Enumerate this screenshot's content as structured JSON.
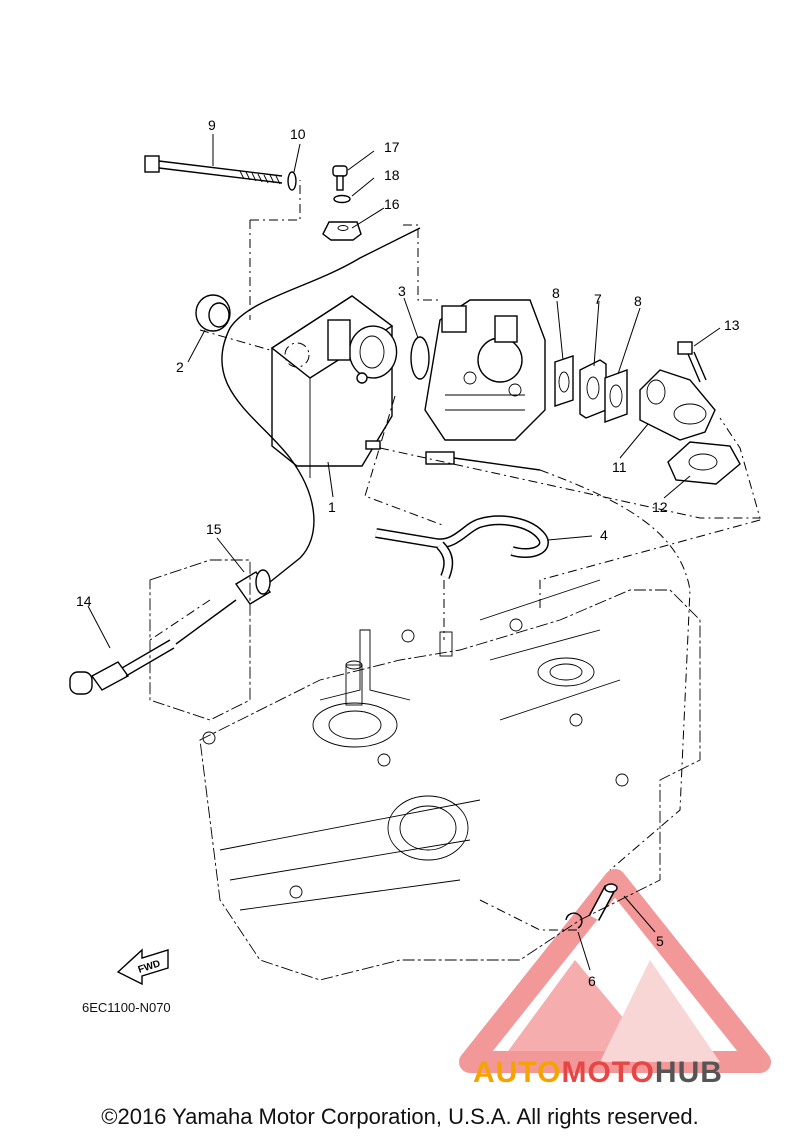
{
  "diagram": {
    "part_code": "6EC1100-N070",
    "fwd_label": "FWD",
    "callouts": [
      "1",
      "2",
      "3",
      "4",
      "5",
      "6",
      "7",
      "8",
      "8",
      "9",
      "10",
      "11",
      "12",
      "13",
      "14",
      "15",
      "16",
      "17",
      "18"
    ]
  },
  "logo": {
    "part1": "AUTO",
    "part2": "MOTO",
    "part3": "HUB",
    "colors": {
      "auto": "#f4a300",
      "moto": "#e84545",
      "hub": "#555555",
      "triangle": "#e84545"
    }
  },
  "footer": {
    "copyright": "©2016 Yamaha Motor Corporation, U.S.A. All rights reserved."
  }
}
